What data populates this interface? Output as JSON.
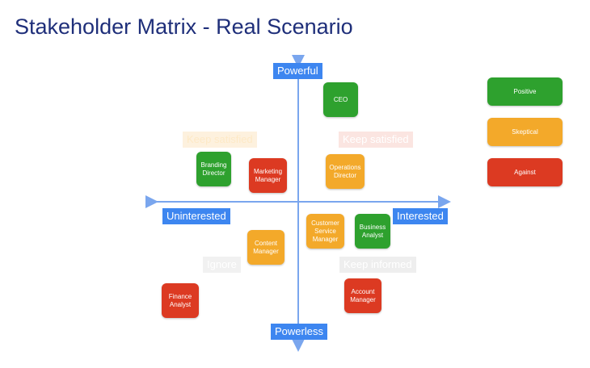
{
  "title": "Stakeholder Matrix - Real Scenario",
  "axes": {
    "top": "Powerful",
    "bottom": "Powerless",
    "left": "Uninterested",
    "right": "Interested"
  },
  "quadrants": {
    "top_left": "Keep satisfied",
    "top_right": "Keep satisfied",
    "bottom_left": "Ignore",
    "bottom_right": "Keep informed"
  },
  "colors": {
    "positive": "#2ea12e",
    "skeptical": "#f3a92a",
    "against": "#dc3a22",
    "axis": "#3d86f0"
  },
  "legend": {
    "positive": "Positive",
    "skeptical": "Skeptical",
    "against": "Against"
  },
  "stakeholders": {
    "ceo": "CEO",
    "branding_director": "Branding Director",
    "marketing_manager": "Marketing Manager",
    "operations_director": "Operations Director",
    "customer_service_manager": "Customer Service Manager",
    "business_analyst": "Business Analyst",
    "content_manager": "Content Manager",
    "finance_analyst": "Finance Analyst",
    "account_manager": "Account Manager"
  }
}
